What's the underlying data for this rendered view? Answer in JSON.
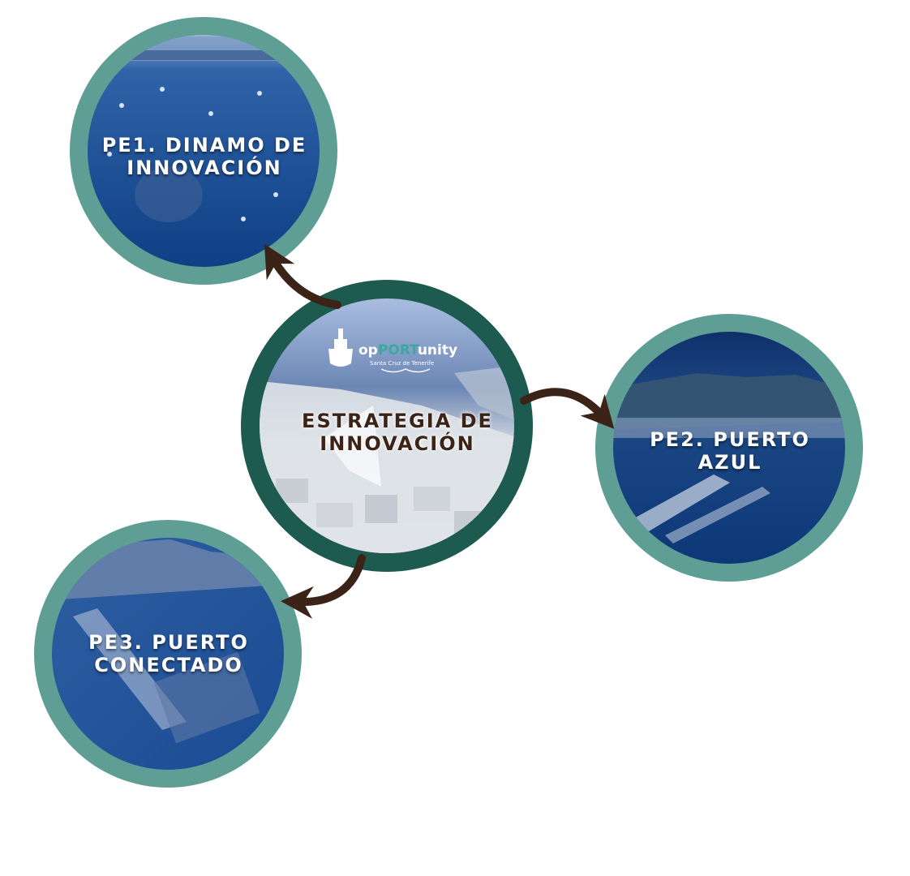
{
  "center": {
    "line1": "ESTRATEGIA DE",
    "line2": "INNOVACIÓN",
    "logo_prefix": "op",
    "logo_highlight": "PORT",
    "logo_suffix": "unity",
    "logo_subtitle": "Santa Cruz de Tenerife"
  },
  "nodes": [
    {
      "line1": "PE1. DINAMO DE",
      "line2": "INNOVACIÓN"
    },
    {
      "line1": "PE2. PUERTO",
      "line2": "AZUL"
    },
    {
      "line1": "PE3. PUERTO",
      "line2": "CONECTADO"
    }
  ],
  "colors": {
    "outer_ring": "#5e9e94",
    "center_ring": "#1d5a4f",
    "photo_blue": "#174f9e",
    "deep_blue": "#0f3a7a",
    "arrow": "#3b2417",
    "logo_teal": "#3aa9a0"
  }
}
